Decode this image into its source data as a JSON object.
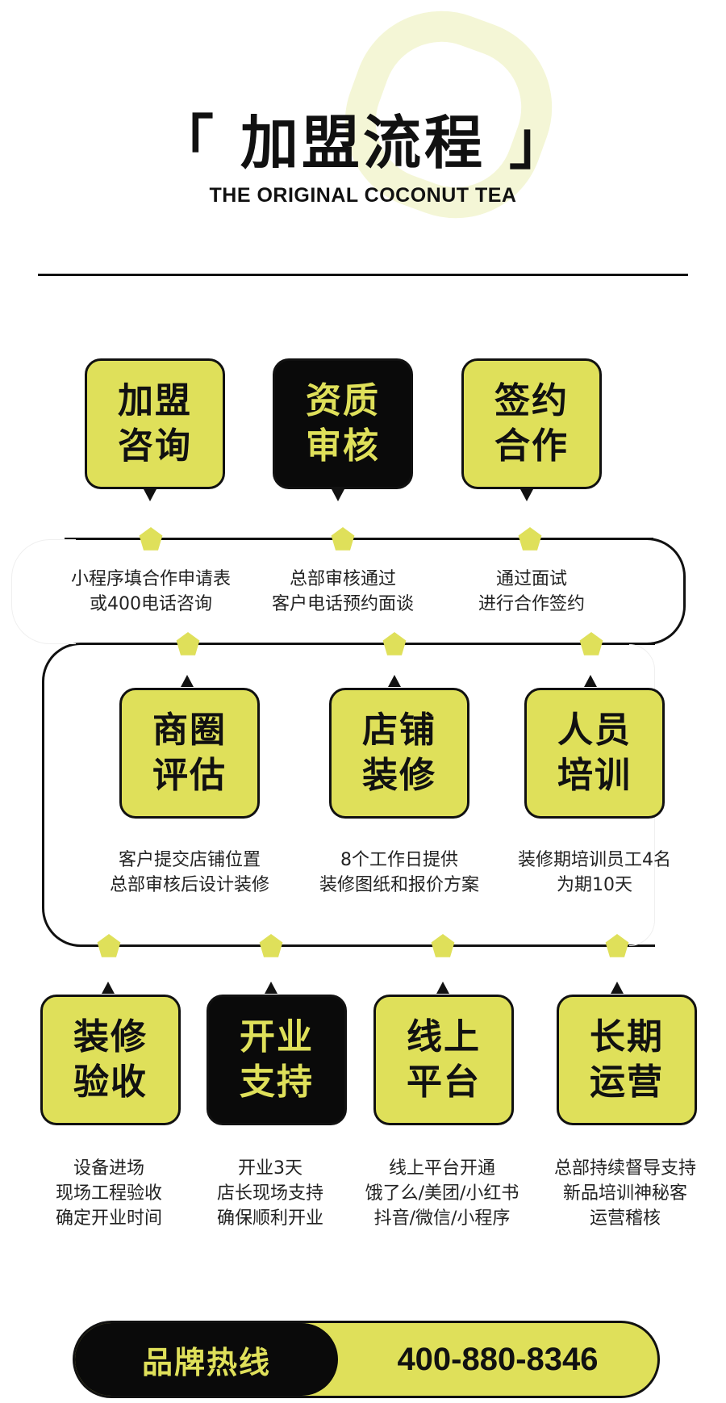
{
  "header": {
    "title": "「 加盟流程 」",
    "subtitle": "THE ORIGINAL COCONUT TEA"
  },
  "steps": [
    {
      "label": "加盟咨询",
      "desc": [
        "小程序填合作申请表",
        "或400电话咨询"
      ]
    },
    {
      "label": "资质审核",
      "desc": [
        "总部审核通过",
        "客户电话预约面谈"
      ]
    },
    {
      "label": "签约合作",
      "desc": [
        "通过面试",
        "进行合作签约"
      ]
    },
    {
      "label": "商圈评估",
      "desc": [
        "客户提交店铺位置",
        "总部审核后设计装修"
      ]
    },
    {
      "label": "店铺装修",
      "desc": [
        "8个工作日提供",
        "装修图纸和报价方案"
      ]
    },
    {
      "label": "人员培训",
      "desc": [
        "装修期培训员工4名",
        "为期10天"
      ]
    },
    {
      "label": "装修验收",
      "desc": [
        "设备进场",
        "现场工程验收",
        "确定开业时间"
      ]
    },
    {
      "label": "开业支持",
      "desc": [
        "开业3天",
        "店长现场支持",
        "确保顺利开业"
      ]
    },
    {
      "label": "线上平台",
      "desc": [
        "线上平台开通",
        "饿了么/美团/小红书",
        "抖音/微信/小程序"
      ]
    },
    {
      "label": "长期运营",
      "desc": [
        "总部持续督导支持",
        "新品培训神秘客",
        "运营稽核"
      ]
    }
  ],
  "hotline": {
    "label": "品牌热线",
    "number": "400-880-8346"
  },
  "colors": {
    "accent": "#dfe05a",
    "dark": "#0a0a0a",
    "line": "#111111"
  }
}
